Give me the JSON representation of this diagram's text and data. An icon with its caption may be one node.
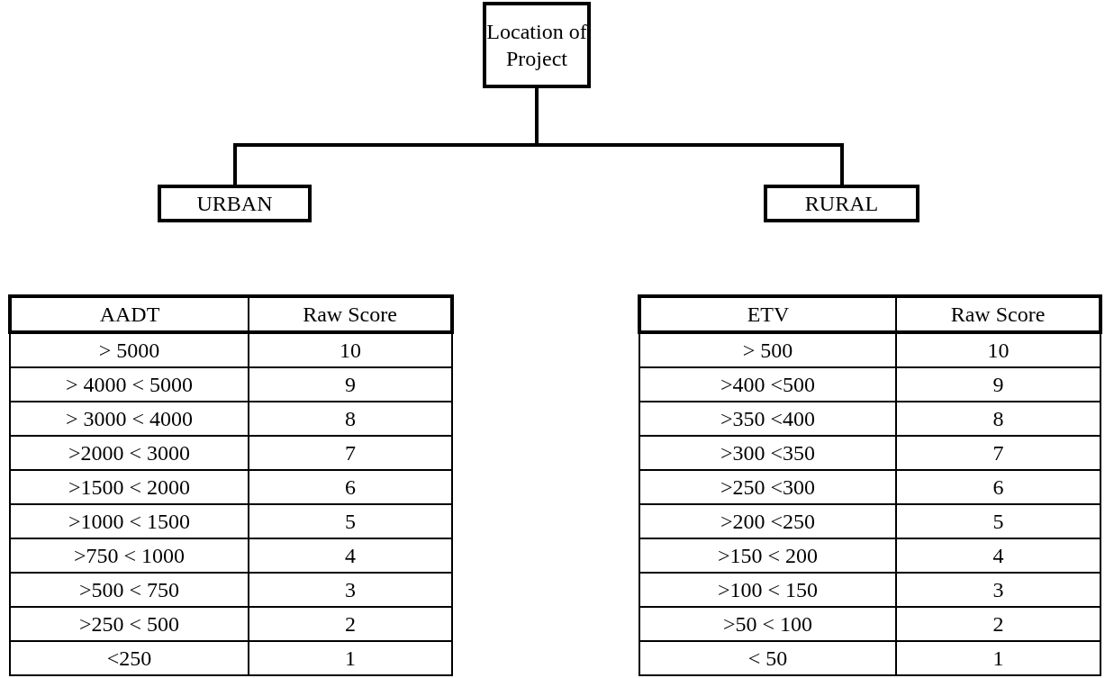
{
  "diagram": {
    "nodes": [
      {
        "text": [
          "Location of Project"
        ]
      },
      {
        "text": [
          "URBAN"
        ]
      },
      {
        "text": [
          "RURAL"
        ]
      }
    ],
    "edges": [
      {
        "from": 0,
        "to": 1,
        "arrow": "none"
      },
      {
        "from": 0,
        "to": 2,
        "arrow": "none"
      }
    ],
    "labels": [
      "AADT",
      "Raw Score",
      "> 5000",
      "10",
      "> 4000 < 5000",
      "9",
      "> 3000 < 4000",
      "8",
      ">2000 < 3000",
      "7",
      ">1500 < 2000",
      "6",
      ">1000 < 1500",
      "5",
      ">750 < 1000",
      "4",
      ">500 < 750",
      "3",
      ">250 < 500",
      "2",
      "<250",
      "1",
      "ETV",
      "Raw Score",
      "> 500",
      "10",
      ">400 <500",
      "9",
      ">350 <400",
      "8",
      ">300 <350",
      "7",
      ">250 <300",
      "6",
      ">200 <250",
      "5",
      ">150 < 200",
      "4",
      ">100 < 150",
      "3",
      ">50 < 100",
      "2",
      "< 50",
      "1"
    ]
  }
}
